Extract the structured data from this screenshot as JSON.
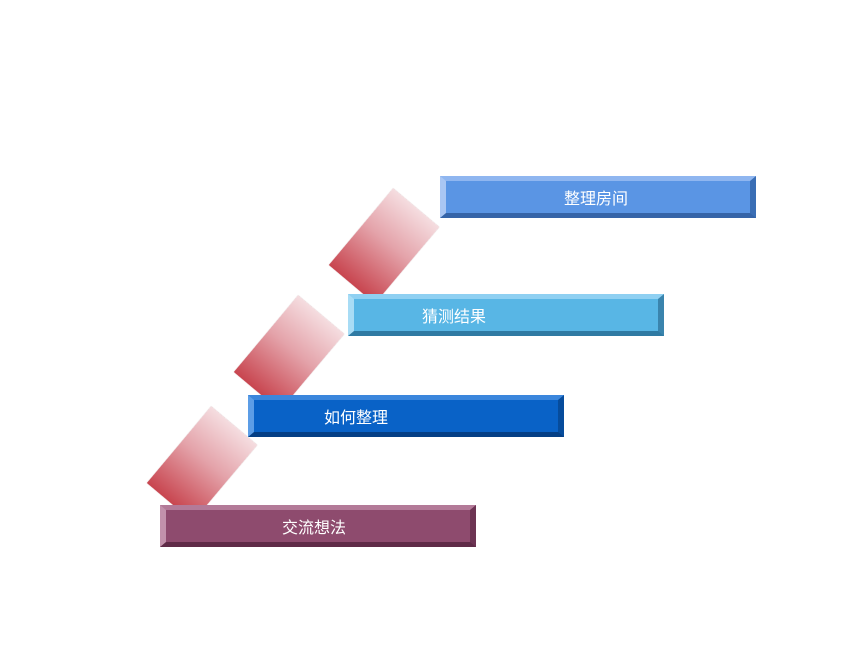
{
  "steps": [
    {
      "label": "整理房间",
      "color": "#5a95e4"
    },
    {
      "label": "猜测结果",
      "color": "#58b6e5"
    },
    {
      "label": "如何整理",
      "color": "#0962c7"
    },
    {
      "label": "交流想法",
      "color": "#8e4b6e"
    }
  ],
  "connector_color": "#c8454f"
}
